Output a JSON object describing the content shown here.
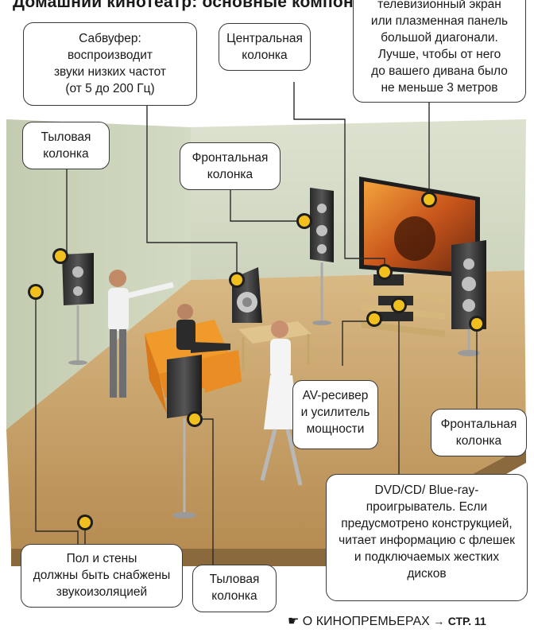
{
  "heading": "Домашний кинотеатр: основные компоненты",
  "callouts": {
    "tv": "телевизионный экран\nили плазменная панель\nбольшой диагонали.\nЛучше, чтобы от него\nдо вашего дивана было\nне меньше 3 метров",
    "subwoofer": "Сабвуфер:\nвоспроизводит\nзвуки низких частот\n(от 5 до 200 Гц)",
    "center": "Центральная\nколонка",
    "rear_left": "Тыловая\nколонка",
    "front_left": "Фронтальная\nколонка",
    "receiver": "AV-ресивер\nи усилитель\nмощности",
    "front_right": "Фронтальная\nколонка",
    "player": "DVD/CD/ Blue-ray-\nпроигрыватель. Если\nпредусмотрено конструкцией,\nчитает информацию с флешек\nи подключаемых жестких\nдисков",
    "floor": "Пол и стены\nдолжны быть снабжены\nзвукоизоляцией",
    "rear_bottom": "Тыловая\nколонка"
  },
  "footer": {
    "text": "О КИНОПРЕМЬЕРАХ",
    "arrow": "→",
    "page_ref": "СТР. 11"
  },
  "colors": {
    "marker_fill": "#f2c01e",
    "wall": "#c9d2b8",
    "floor": "#c7a36b",
    "sofa": "#e8891e"
  }
}
